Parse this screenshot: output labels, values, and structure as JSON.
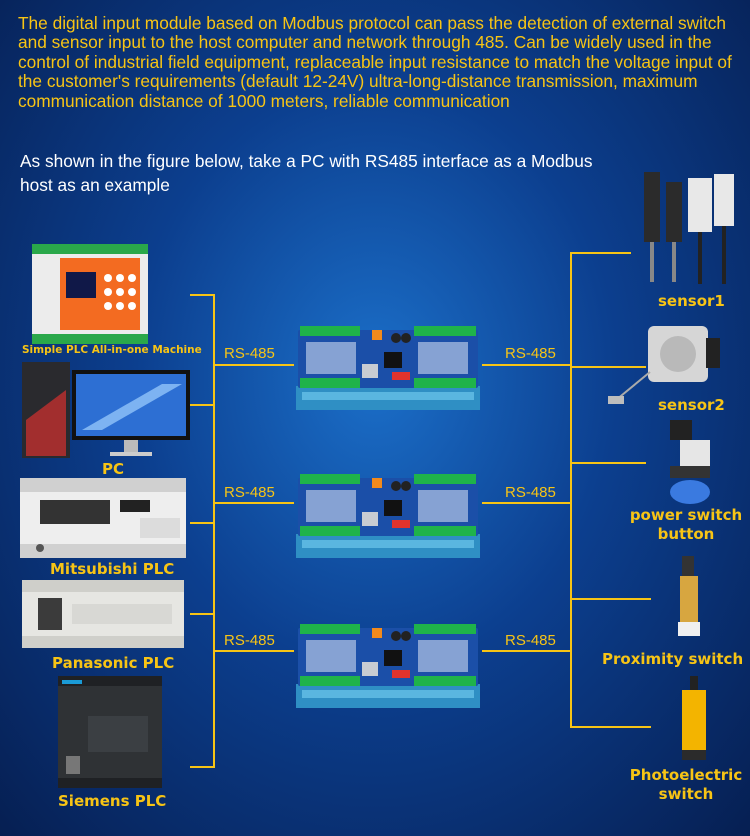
{
  "intro_text": "The digital input module based on Modbus protocol can pass the detection of external switch and sensor input to the host computer and network through 485. Can be widely used in the control of industrial field equipment, replaceable input resistance to match the voltage input of the customer's requirements (default 12-24V) ultra-long-distance transmission, maximum communication distance of 1000 meters, reliable communication",
  "sub_text": "As shown in the figure below, take a PC with RS485 interface as a Modbus host as an example",
  "hosts": [
    {
      "label": "Simple PLC All-in-one Machine",
      "icon": "plc-all-in-one-icon"
    },
    {
      "label": "PC",
      "icon": "pc-icon"
    },
    {
      "label": "Mitsubishi PLC",
      "icon": "mitsubishi-plc-icon"
    },
    {
      "label": "Panasonic PLC",
      "icon": "panasonic-plc-icon"
    },
    {
      "label": "Siemens PLC",
      "icon": "siemens-plc-icon"
    }
  ],
  "bus_label": "RS-485",
  "devices": [
    {
      "label": "sensor1",
      "icon": "linear-sensor-icon"
    },
    {
      "label": "sensor2",
      "icon": "draw-wire-sensor-icon"
    },
    {
      "label": "power switch button",
      "icon": "power-switch-button-icon"
    },
    {
      "label": "Proximity switch",
      "icon": "proximity-switch-icon"
    },
    {
      "label": "Photoelectric switch",
      "icon": "photoelectric-switch-icon"
    }
  ],
  "colors": {
    "accent": "#f7c415",
    "background": "#0c3f8f",
    "board": "#1b4fa8",
    "terminal": "#1fb34a"
  }
}
